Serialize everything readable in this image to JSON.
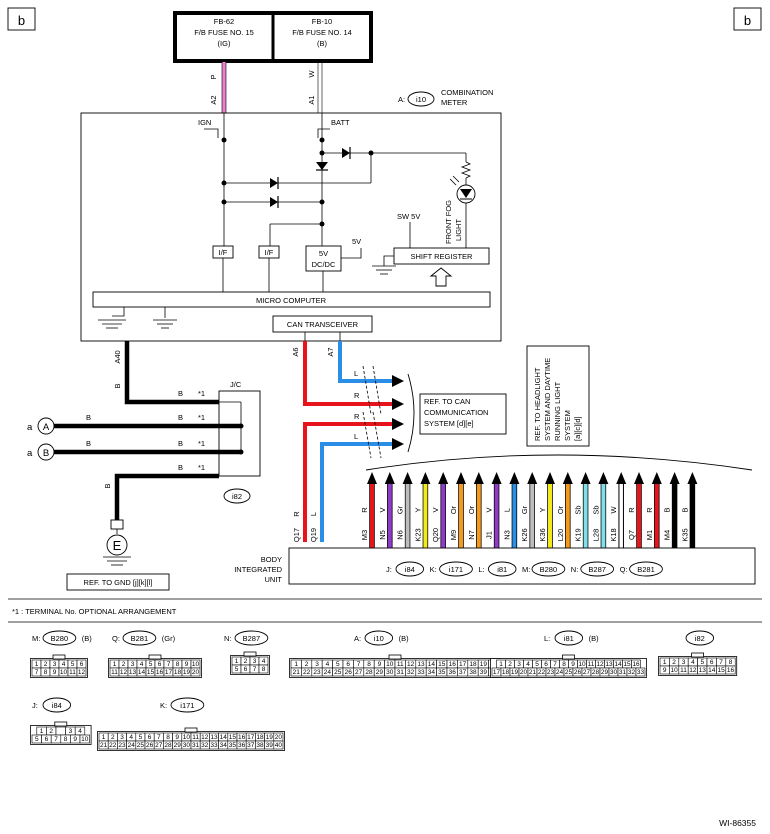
{
  "page_marker": "b",
  "fuses": [
    {
      "name": "FB-62",
      "line1": "F/B FUSE NO. 15",
      "line2": "(IG)",
      "wire_color": "P",
      "terminal": "A2"
    },
    {
      "name": "FB-10",
      "line1": "F/B FUSE NO. 14",
      "line2": "(B)",
      "wire_color": "W",
      "terminal": "A1"
    }
  ],
  "meter": {
    "connector_prefix": "A:",
    "connector": "i10",
    "title": "COMBINATION METER"
  },
  "meter_internal": {
    "ign": "IGN",
    "batt": "BATT",
    "sw5v": "SW 5V",
    "fog_light": "FRONT FOG LIGHT",
    "if1": "I/F",
    "if2": "I/F",
    "five_v": "5V",
    "dcdc_line1": "5V",
    "dcdc_line2": "DC/DC",
    "shift_register": "SHIFT REGISTER",
    "micro_computer": "MICRO COMPUTER",
    "can_transceiver": "CAN TRANSCEIVER"
  },
  "meter_pins": {
    "a40": "A40",
    "a6": "A6",
    "a7": "A7",
    "b_wire": "B"
  },
  "jc": {
    "label": "J/C",
    "connector": "i82",
    "wire": "B",
    "star": "*1"
  },
  "refs": {
    "a_prefix": "a",
    "A": "A",
    "B": "B"
  },
  "ground": {
    "label": "E",
    "wire": "B",
    "ref": "REF. TO GND [j][k][l]"
  },
  "can": {
    "r": "R",
    "l": "L",
    "ref_line1": "REF. TO CAN",
    "ref_line2": "COMMUNICATION",
    "ref_line3": "SYSTEM [d][e]"
  },
  "headlight_ref": {
    "line1": "REF. TO HEADLIGHT",
    "line2": "SYSTEM AND DAYTIME",
    "line3": "RUNNING LIGHT",
    "line4": "SYSTEM",
    "line5": "[a][c][d]"
  },
  "body_pins_left": [
    {
      "color": "R",
      "pin": "Q17"
    },
    {
      "color": "L",
      "pin": "Q19"
    }
  ],
  "body_pins": [
    {
      "color": "R",
      "pin": "M3",
      "hex": "#e8141c"
    },
    {
      "color": "V",
      "pin": "N5",
      "hex": "#8e3cc8"
    },
    {
      "color": "Gr",
      "pin": "N6",
      "hex": "#bdbdbd"
    },
    {
      "color": "Y",
      "pin": "K23",
      "hex": "#f2ea1c"
    },
    {
      "color": "V",
      "pin": "Q20",
      "hex": "#8e3cc8"
    },
    {
      "color": "Or",
      "pin": "M9",
      "hex": "#f39a1e"
    },
    {
      "color": "Or",
      "pin": "N7",
      "hex": "#f39a1e"
    },
    {
      "color": "V",
      "pin": "J1",
      "hex": "#8e3cc8"
    },
    {
      "color": "L",
      "pin": "N3",
      "hex": "#2a8ee6"
    },
    {
      "color": "Gr",
      "pin": "K26",
      "hex": "#bdbdbd"
    },
    {
      "color": "Y",
      "pin": "K36",
      "hex": "#f2ea1c"
    },
    {
      "color": "Or",
      "pin": "L20",
      "hex": "#f39a1e"
    },
    {
      "color": "Sb",
      "pin": "K19",
      "hex": "#7fe0ea"
    },
    {
      "color": "Sb",
      "pin": "L28",
      "hex": "#7fe0ea"
    },
    {
      "color": "W",
      "pin": "K18",
      "hex": "#ffffff"
    },
    {
      "color": "R",
      "pin": "Q7",
      "hex": "#e8141c"
    },
    {
      "color": "R",
      "pin": "M1",
      "hex": "#e8141c"
    },
    {
      "color": "B",
      "pin": "M4",
      "hex": "#000000"
    },
    {
      "color": "B",
      "pin": "K35",
      "hex": "#000000"
    }
  ],
  "body_unit": {
    "title_line1": "BODY",
    "title_line2": "INTEGRATED",
    "title_line3": "UNIT",
    "connectors": [
      {
        "prefix": "J:",
        "id": "i84"
      },
      {
        "prefix": "K:",
        "id": "i171"
      },
      {
        "prefix": "L:",
        "id": "i81"
      },
      {
        "prefix": "M:",
        "id": "B280"
      },
      {
        "prefix": "N:",
        "id": "B287"
      },
      {
        "prefix": "Q:",
        "id": "B281"
      }
    ]
  },
  "footnote": "*1  : TERMINAL No. OPTIONAL ARRANGEMENT",
  "connector_views": [
    {
      "prefix": "M:",
      "id": "B280",
      "suffix": "(B)",
      "top": [
        "1",
        "2",
        "3",
        "4",
        "5",
        "6"
      ],
      "bottom": [
        "7",
        "8",
        "9",
        "10",
        "11",
        "12"
      ]
    },
    {
      "prefix": "Q:",
      "id": "B281",
      "suffix": "(Gr)",
      "top": [
        "1",
        "2",
        "3",
        "4",
        "5",
        "6",
        "7",
        "8",
        "9",
        "10"
      ],
      "bottom": [
        "11",
        "12",
        "13",
        "14",
        "15",
        "16",
        "17",
        "18",
        "19",
        "20"
      ]
    },
    {
      "prefix": "N:",
      "id": "B287",
      "suffix": "",
      "top": [
        "1",
        "2",
        "3",
        "4"
      ],
      "bottom": [
        "5",
        "6",
        "7",
        "8"
      ]
    },
    {
      "prefix": "A:",
      "id": "i10",
      "suffix": "(B)",
      "top": [
        "1",
        "2",
        "3",
        "4",
        "5",
        "6",
        "7",
        "8",
        "9",
        "10",
        "11",
        "12",
        "13",
        "14",
        "15",
        "16",
        "17",
        "18",
        "19",
        "20"
      ],
      "bottom": [
        "21",
        "22",
        "23",
        "24",
        "25",
        "26",
        "27",
        "28",
        "29",
        "30",
        "31",
        "32",
        "33",
        "34",
        "35",
        "36",
        "37",
        "38",
        "39",
        "40"
      ]
    },
    {
      "prefix": "L:",
      "id": "i81",
      "suffix": "(B)",
      "top": [
        "1",
        "2",
        "3",
        "4",
        "5",
        "6",
        "7",
        "8",
        "9",
        "10",
        "11",
        "12",
        "13",
        "14",
        "15",
        "16"
      ],
      "bottom": [
        "17",
        "18",
        "19",
        "20",
        "21",
        "22",
        "23",
        "24",
        "25",
        "26",
        "27",
        "28",
        "29",
        "30",
        "31",
        "32",
        "33"
      ]
    },
    {
      "prefix": "",
      "id": "i82",
      "suffix": "",
      "top": [
        "1",
        "2",
        "3",
        "4",
        "5",
        "6",
        "7",
        "8"
      ],
      "bottom": [
        "9",
        "10",
        "11",
        "12",
        "13",
        "14",
        "15",
        "16"
      ]
    },
    {
      "prefix": "J:",
      "id": "i84",
      "suffix": "",
      "top": [
        "1",
        "2",
        "",
        "3",
        "4"
      ],
      "bottom": [
        "5",
        "6",
        "7",
        "8",
        "9",
        "10"
      ]
    },
    {
      "prefix": "K:",
      "id": "i171",
      "suffix": "",
      "top": [
        "1",
        "2",
        "3",
        "4",
        "5",
        "6",
        "7",
        "8",
        "9",
        "10",
        "11",
        "12",
        "13",
        "14",
        "15",
        "16",
        "17",
        "18",
        "19",
        "20"
      ],
      "bottom": [
        "21",
        "22",
        "23",
        "24",
        "25",
        "26",
        "27",
        "28",
        "29",
        "30",
        "31",
        "32",
        "33",
        "34",
        "35",
        "36",
        "37",
        "38",
        "39",
        "40"
      ]
    }
  ],
  "diagram_id": "WI-86355"
}
